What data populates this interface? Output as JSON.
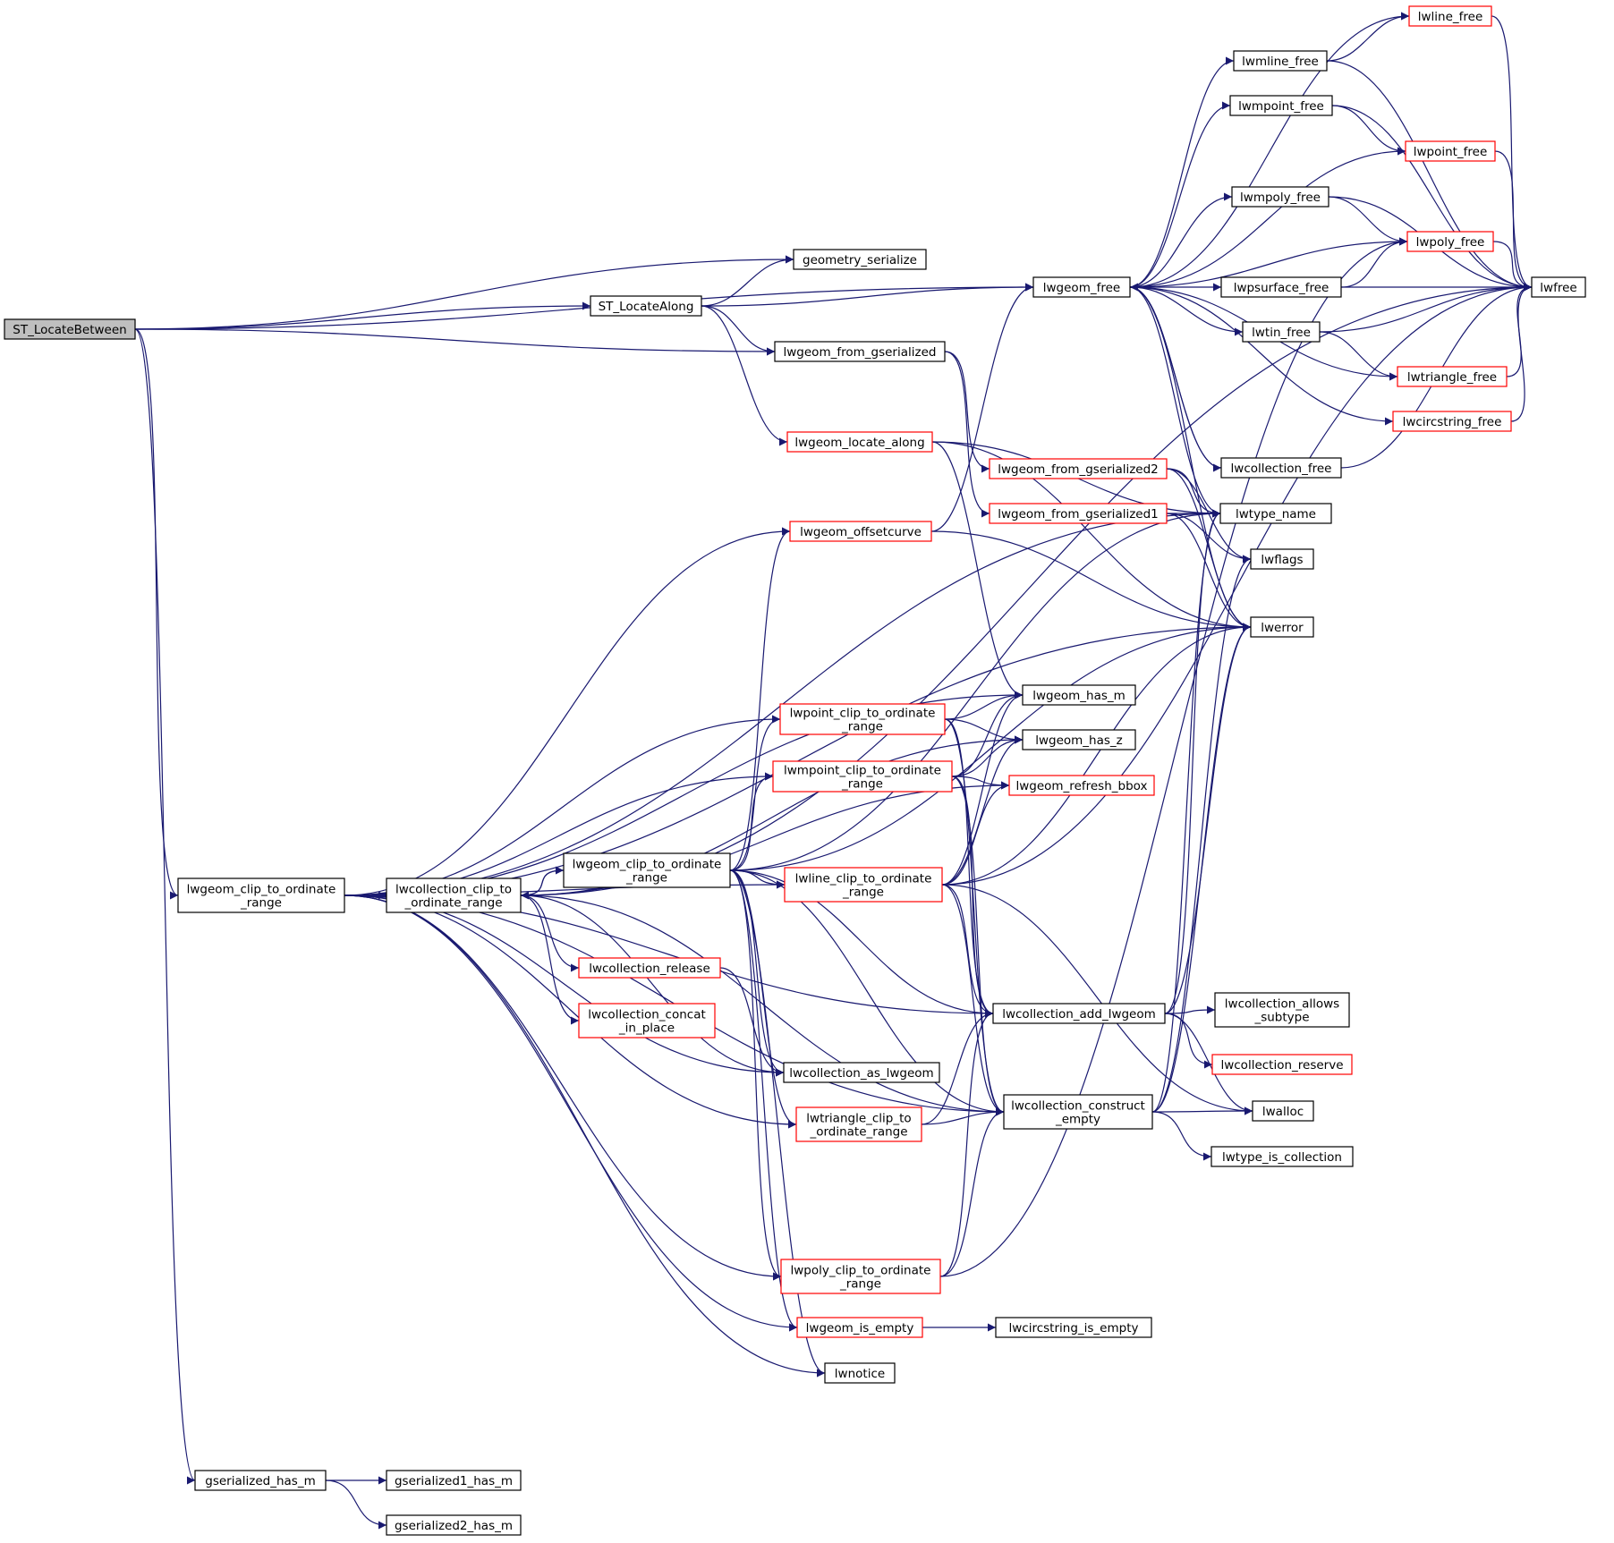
{
  "colors": {
    "edge": "#191970",
    "node_border": "#000000",
    "node_border_truncated": "#ff0000",
    "root_fill": "#bfbfbf",
    "background": "#ffffff"
  },
  "nodes": [
    {
      "id": "st_locatebetween",
      "lines": [
        "ST_LocateBetween"
      ],
      "root": true
    },
    {
      "id": "geometry_serialize",
      "lines": [
        "geometry_serialize"
      ]
    },
    {
      "id": "st_locatealong",
      "lines": [
        "ST_LocateAlong"
      ]
    },
    {
      "id": "lwgeom_from_gserialized",
      "lines": [
        "lwgeom_from_gserialized"
      ]
    },
    {
      "id": "lwgeom_free",
      "lines": [
        "lwgeom_free"
      ]
    },
    {
      "id": "lwgeom_locate_along",
      "lines": [
        "lwgeom_locate_along"
      ],
      "red": true
    },
    {
      "id": "lwgeom_from_gserialized2",
      "lines": [
        "lwgeom_from_gserialized2"
      ],
      "red": true
    },
    {
      "id": "lwgeom_from_gserialized1",
      "lines": [
        "lwgeom_from_gserialized1"
      ],
      "red": true
    },
    {
      "id": "lwgeom_offsetcurve",
      "lines": [
        "lwgeom_offsetcurve"
      ],
      "red": true
    },
    {
      "id": "lwline_free",
      "lines": [
        "lwline_free"
      ],
      "red": true
    },
    {
      "id": "lwmline_free",
      "lines": [
        "lwmline_free"
      ]
    },
    {
      "id": "lwmpoint_free",
      "lines": [
        "lwmpoint_free"
      ]
    },
    {
      "id": "lwpoint_free",
      "lines": [
        "lwpoint_free"
      ],
      "red": true
    },
    {
      "id": "lwmpoly_free",
      "lines": [
        "lwmpoly_free"
      ]
    },
    {
      "id": "lwpoly_free",
      "lines": [
        "lwpoly_free"
      ],
      "red": true
    },
    {
      "id": "lwpsurface_free",
      "lines": [
        "lwpsurface_free"
      ]
    },
    {
      "id": "lwfree",
      "lines": [
        "lwfree"
      ]
    },
    {
      "id": "lwtin_free",
      "lines": [
        "lwtin_free"
      ]
    },
    {
      "id": "lwtriangle_free",
      "lines": [
        "lwtriangle_free"
      ],
      "red": true
    },
    {
      "id": "lwcircstring_free",
      "lines": [
        "lwcircstring_free"
      ],
      "red": true
    },
    {
      "id": "lwcollection_free",
      "lines": [
        "lwcollection_free"
      ]
    },
    {
      "id": "lwtype_name",
      "lines": [
        "lwtype_name"
      ]
    },
    {
      "id": "lwflags",
      "lines": [
        "lwflags"
      ]
    },
    {
      "id": "lwerror",
      "lines": [
        "lwerror"
      ]
    },
    {
      "id": "lwgeom_has_m",
      "lines": [
        "lwgeom_has_m"
      ]
    },
    {
      "id": "lwgeom_has_z",
      "lines": [
        "lwgeom_has_z"
      ]
    },
    {
      "id": "lwgeom_refresh_bbox",
      "lines": [
        "lwgeom_refresh_bbox"
      ],
      "red": true
    },
    {
      "id": "lwpoint_clip",
      "lines": [
        "lwpoint_clip_to_ordinate",
        "_range"
      ],
      "red": true
    },
    {
      "id": "lwmpoint_clip",
      "lines": [
        "lwmpoint_clip_to_ordinate",
        "_range"
      ],
      "red": true
    },
    {
      "id": "lwgeom_clip_to_ordinate_range",
      "lines": [
        "lwgeom_clip_to_ordinate",
        "_range"
      ]
    },
    {
      "id": "lwcollection_clip",
      "lines": [
        "lwcollection_clip_to",
        "_ordinate_range"
      ]
    },
    {
      "id": "lwgeom_clip_mid",
      "lines": [
        "lwgeom_clip_to_ordinate",
        "_range"
      ]
    },
    {
      "id": "lwline_clip",
      "lines": [
        "lwline_clip_to_ordinate",
        "_range"
      ],
      "red": true
    },
    {
      "id": "lwcollection_release",
      "lines": [
        "lwcollection_release"
      ],
      "red": true
    },
    {
      "id": "lwcollection_concat",
      "lines": [
        "lwcollection_concat",
        "_in_place"
      ],
      "red": true
    },
    {
      "id": "lwcollection_add_lwgeom",
      "lines": [
        "lwcollection_add_lwgeom"
      ]
    },
    {
      "id": "lwcollection_allows_subtype",
      "lines": [
        "lwcollection_allows",
        "_subtype"
      ]
    },
    {
      "id": "lwcollection_reserve",
      "lines": [
        "lwcollection_reserve"
      ],
      "red": true
    },
    {
      "id": "lwcollection_as_lwgeom",
      "lines": [
        "lwcollection_as_lwgeom"
      ]
    },
    {
      "id": "lwalloc",
      "lines": [
        "lwalloc"
      ]
    },
    {
      "id": "lwtriangle_clip",
      "lines": [
        "lwtriangle_clip_to",
        "_ordinate_range"
      ],
      "red": true
    },
    {
      "id": "lwcollection_construct_empty",
      "lines": [
        "lwcollection_construct",
        "_empty"
      ]
    },
    {
      "id": "lwtype_is_collection",
      "lines": [
        "lwtype_is_collection"
      ]
    },
    {
      "id": "lwpoly_clip",
      "lines": [
        "lwpoly_clip_to_ordinate",
        "_range"
      ],
      "red": true
    },
    {
      "id": "lwgeom_is_empty",
      "lines": [
        "lwgeom_is_empty"
      ],
      "red": true
    },
    {
      "id": "lwcircstring_is_empty",
      "lines": [
        "lwcircstring_is_empty"
      ]
    },
    {
      "id": "lwnotice",
      "lines": [
        "lwnotice"
      ]
    },
    {
      "id": "gserialized_has_m",
      "lines": [
        "gserialized_has_m"
      ]
    },
    {
      "id": "gserialized1_has_m",
      "lines": [
        "gserialized1_has_m"
      ]
    },
    {
      "id": "gserialized2_has_m",
      "lines": [
        "gserialized2_has_m"
      ]
    }
  ],
  "edges": [
    [
      "st_locatebetween",
      "lwgeom_free"
    ],
    [
      "st_locatebetween",
      "geometry_serialize"
    ],
    [
      "st_locatebetween",
      "st_locatealong"
    ],
    [
      "st_locatebetween",
      "lwgeom_from_gserialized"
    ],
    [
      "st_locatebetween",
      "lwgeom_clip_to_ordinate_range"
    ],
    [
      "st_locatebetween",
      "gserialized_has_m"
    ],
    [
      "st_locatealong",
      "geometry_serialize"
    ],
    [
      "st_locatealong",
      "lwgeom_free"
    ],
    [
      "st_locatealong",
      "lwgeom_from_gserialized"
    ],
    [
      "st_locatealong",
      "lwgeom_locate_along"
    ],
    [
      "lwgeom_from_gserialized",
      "lwgeom_from_gserialized2"
    ],
    [
      "lwgeom_from_gserialized",
      "lwgeom_from_gserialized1"
    ],
    [
      "lwgeom_free",
      "lwline_free"
    ],
    [
      "lwgeom_free",
      "lwmline_free"
    ],
    [
      "lwgeom_free",
      "lwmpoint_free"
    ],
    [
      "lwgeom_free",
      "lwpoint_free"
    ],
    [
      "lwgeom_free",
      "lwmpoly_free"
    ],
    [
      "lwgeom_free",
      "lwpoly_free"
    ],
    [
      "lwgeom_free",
      "lwpsurface_free"
    ],
    [
      "lwgeom_free",
      "lwtin_free"
    ],
    [
      "lwgeom_free",
      "lwtriangle_free"
    ],
    [
      "lwgeom_free",
      "lwcircstring_free"
    ],
    [
      "lwgeom_free",
      "lwcollection_free"
    ],
    [
      "lwgeom_free",
      "lwtype_name"
    ],
    [
      "lwgeom_free",
      "lwerror"
    ],
    [
      "lwmline_free",
      "lwline_free"
    ],
    [
      "lwmline_free",
      "lwfree"
    ],
    [
      "lwmpoint_free",
      "lwpoint_free"
    ],
    [
      "lwmpoint_free",
      "lwfree"
    ],
    [
      "lwmpoly_free",
      "lwpoly_free"
    ],
    [
      "lwmpoly_free",
      "lwfree"
    ],
    [
      "lwpsurface_free",
      "lwpoly_free"
    ],
    [
      "lwpsurface_free",
      "lwfree"
    ],
    [
      "lwtin_free",
      "lwtriangle_free"
    ],
    [
      "lwtin_free",
      "lwfree"
    ],
    [
      "lwline_free",
      "lwfree"
    ],
    [
      "lwpoint_free",
      "lwfree"
    ],
    [
      "lwpoly_free",
      "lwfree"
    ],
    [
      "lwtriangle_free",
      "lwfree"
    ],
    [
      "lwcircstring_free",
      "lwfree"
    ],
    [
      "lwcollection_free",
      "lwgeom_free"
    ],
    [
      "lwcollection_free",
      "lwfree"
    ],
    [
      "lwgeom_locate_along",
      "lwtype_name"
    ],
    [
      "lwgeom_locate_along",
      "lwerror"
    ],
    [
      "lwgeom_locate_along",
      "lwgeom_has_m"
    ],
    [
      "lwgeom_from_gserialized2",
      "lwtype_name"
    ],
    [
      "lwgeom_from_gserialized2",
      "lwflags"
    ],
    [
      "lwgeom_from_gserialized2",
      "lwerror"
    ],
    [
      "lwgeom_from_gserialized1",
      "lwtype_name"
    ],
    [
      "lwgeom_from_gserialized1",
      "lwflags"
    ],
    [
      "lwgeom_from_gserialized1",
      "lwerror"
    ],
    [
      "lwgeom_offsetcurve",
      "lwgeom_free"
    ],
    [
      "lwgeom_offsetcurve",
      "lwerror"
    ],
    [
      "lwgeom_clip_to_ordinate_range",
      "lwtype_name"
    ],
    [
      "lwgeom_clip_to_ordinate_range",
      "lwgeom_offsetcurve"
    ],
    [
      "lwgeom_clip_to_ordinate_range",
      "lwerror"
    ],
    [
      "lwgeom_clip_to_ordinate_range",
      "lwgeom_has_m"
    ],
    [
      "lwgeom_clip_to_ordinate_range",
      "lwpoint_clip"
    ],
    [
      "lwgeom_clip_to_ordinate_range",
      "lwmpoint_clip"
    ],
    [
      "lwgeom_clip_to_ordinate_range",
      "lwline_clip"
    ],
    [
      "lwgeom_clip_to_ordinate_range",
      "lwcollection_clip"
    ],
    [
      "lwgeom_clip_to_ordinate_range",
      "lwcollection_as_lwgeom"
    ],
    [
      "lwgeom_clip_to_ordinate_range",
      "lwtriangle_clip"
    ],
    [
      "lwgeom_clip_to_ordinate_range",
      "lwcollection_add_lwgeom"
    ],
    [
      "lwgeom_clip_to_ordinate_range",
      "lwcollection_construct_empty"
    ],
    [
      "lwgeom_clip_to_ordinate_range",
      "lwpoly_clip"
    ],
    [
      "lwgeom_clip_to_ordinate_range",
      "lwgeom_is_empty"
    ],
    [
      "lwgeom_clip_to_ordinate_range",
      "lwnotice"
    ],
    [
      "lwcollection_clip",
      "lwgeom_clip_mid"
    ],
    [
      "lwcollection_clip",
      "lwgeom_has_z"
    ],
    [
      "lwcollection_clip",
      "lwgeom_refresh_bbox"
    ],
    [
      "lwcollection_clip",
      "lwcollection_release"
    ],
    [
      "lwcollection_clip",
      "lwcollection_concat"
    ],
    [
      "lwcollection_clip",
      "lwcollection_as_lwgeom"
    ],
    [
      "lwcollection_clip",
      "lwcollection_construct_empty"
    ],
    [
      "lwcollection_clip",
      "lwfree"
    ],
    [
      "lwgeom_clip_mid",
      "lwcollection_clip"
    ],
    [
      "lwgeom_clip_mid",
      "lwgeom_offsetcurve"
    ],
    [
      "lwgeom_clip_mid",
      "lwpoint_clip"
    ],
    [
      "lwgeom_clip_mid",
      "lwmpoint_clip"
    ],
    [
      "lwgeom_clip_mid",
      "lwline_clip"
    ],
    [
      "lwgeom_clip_mid",
      "lwtype_name"
    ],
    [
      "lwgeom_clip_mid",
      "lwerror"
    ],
    [
      "lwgeom_clip_mid",
      "lwcollection_add_lwgeom"
    ],
    [
      "lwgeom_clip_mid",
      "lwcollection_as_lwgeom"
    ],
    [
      "lwgeom_clip_mid",
      "lwtriangle_clip"
    ],
    [
      "lwgeom_clip_mid",
      "lwcollection_construct_empty"
    ],
    [
      "lwgeom_clip_mid",
      "lwpoly_clip"
    ],
    [
      "lwgeom_clip_mid",
      "lwgeom_is_empty"
    ],
    [
      "lwgeom_clip_mid",
      "lwnotice"
    ],
    [
      "lwpoint_clip",
      "lwgeom_has_m"
    ],
    [
      "lwpoint_clip",
      "lwgeom_has_z"
    ],
    [
      "lwpoint_clip",
      "lwcollection_add_lwgeom"
    ],
    [
      "lwpoint_clip",
      "lwcollection_construct_empty"
    ],
    [
      "lwmpoint_clip",
      "lwgeom_has_m"
    ],
    [
      "lwmpoint_clip",
      "lwgeom_has_z"
    ],
    [
      "lwmpoint_clip",
      "lwgeom_refresh_bbox"
    ],
    [
      "lwmpoint_clip",
      "lwcollection_add_lwgeom"
    ],
    [
      "lwmpoint_clip",
      "lwcollection_construct_empty"
    ],
    [
      "lwline_clip",
      "lwgeom_has_m"
    ],
    [
      "lwline_clip",
      "lwgeom_has_z"
    ],
    [
      "lwline_clip",
      "lwgeom_refresh_bbox"
    ],
    [
      "lwline_clip",
      "lwerror"
    ],
    [
      "lwline_clip",
      "lwfree"
    ],
    [
      "lwline_clip",
      "lwcollection_add_lwgeom"
    ],
    [
      "lwline_clip",
      "lwcollection_construct_empty"
    ],
    [
      "lwline_clip",
      "lwalloc"
    ],
    [
      "lwcollection_release",
      "lwcollection_as_lwgeom"
    ],
    [
      "lwcollection_add_lwgeom",
      "lwcollection_allows_subtype"
    ],
    [
      "lwcollection_add_lwgeom",
      "lwcollection_reserve"
    ],
    [
      "lwcollection_add_lwgeom",
      "lwalloc"
    ],
    [
      "lwcollection_add_lwgeom",
      "lwtype_name"
    ],
    [
      "lwcollection_add_lwgeom",
      "lwerror"
    ],
    [
      "lwcollection_construct_empty",
      "lwalloc"
    ],
    [
      "lwcollection_construct_empty",
      "lwtype_is_collection"
    ],
    [
      "lwcollection_construct_empty",
      "lwtype_name"
    ],
    [
      "lwcollection_construct_empty",
      "lwerror"
    ],
    [
      "lwcollection_construct_empty",
      "lwflags"
    ],
    [
      "lwtriangle_clip",
      "lwcollection_add_lwgeom"
    ],
    [
      "lwtriangle_clip",
      "lwcollection_construct_empty"
    ],
    [
      "lwpoly_clip",
      "lwcollection_add_lwgeom"
    ],
    [
      "lwpoly_clip",
      "lwcollection_construct_empty"
    ],
    [
      "lwpoly_clip",
      "lwpoly_free"
    ],
    [
      "lwgeom_is_empty",
      "lwcircstring_is_empty"
    ],
    [
      "gserialized_has_m",
      "gserialized1_has_m"
    ],
    [
      "gserialized_has_m",
      "gserialized2_has_m"
    ]
  ]
}
